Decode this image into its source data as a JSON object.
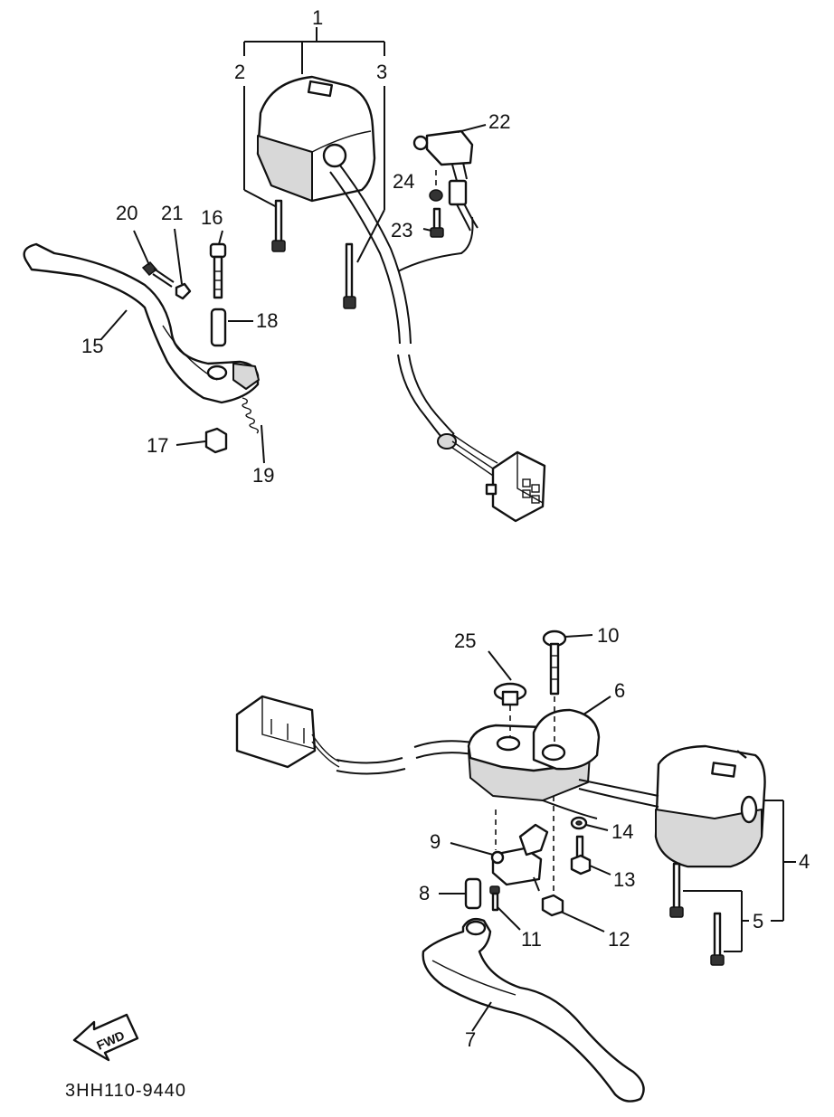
{
  "labels": {
    "p1": "1",
    "p2": "2",
    "p3": "3",
    "p4": "4",
    "p5": "5",
    "p6": "6",
    "p7": "7",
    "p8": "8",
    "p9": "9",
    "p10": "10",
    "p11": "11",
    "p12": "12",
    "p13": "13",
    "p14": "14",
    "p15": "15",
    "p16": "16",
    "p17": "17",
    "p18": "18",
    "p19": "19",
    "p20": "20",
    "p21": "21",
    "p22": "22",
    "p23": "23",
    "p24": "24",
    "p25": "25"
  },
  "fwd_label": "FWD",
  "drawing_code": "3HH110-9440"
}
